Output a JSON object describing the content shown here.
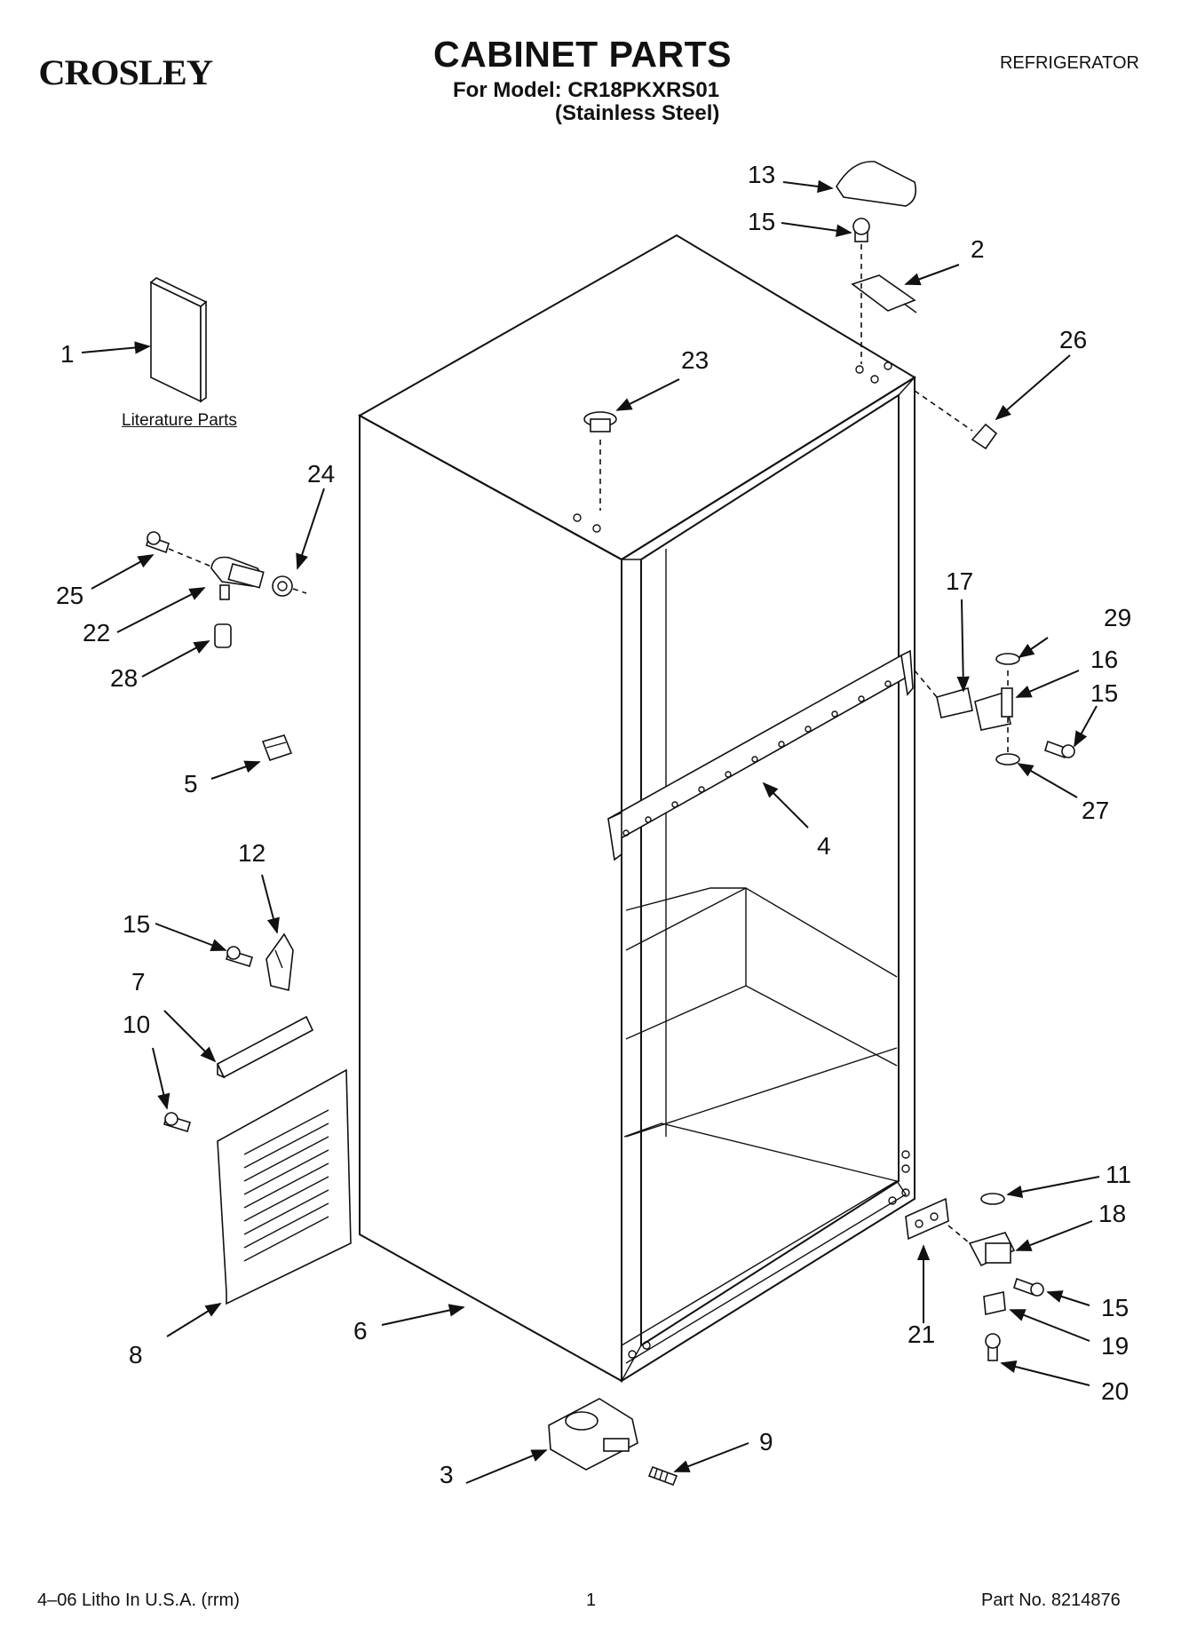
{
  "header": {
    "brand": "CROSLEY",
    "title": "CABINET PARTS",
    "model_line": "For Model: CR18PKXRS01",
    "variant": "(Stainless Steel)",
    "appliance": "REFRIGERATOR"
  },
  "literature_label": "Literature Parts",
  "callouts": [
    "1",
    "2",
    "3",
    "4",
    "5",
    "6",
    "7",
    "8",
    "9",
    "10",
    "11",
    "12",
    "13",
    "15",
    "15",
    "15",
    "15",
    "16",
    "17",
    "18",
    "19",
    "20",
    "21",
    "22",
    "23",
    "24",
    "25",
    "26",
    "27",
    "28",
    "29"
  ],
  "footer": {
    "litho": "4–06 Litho In U.S.A. (rrm)",
    "page": "1",
    "part_no": "Part No. 8214876"
  }
}
